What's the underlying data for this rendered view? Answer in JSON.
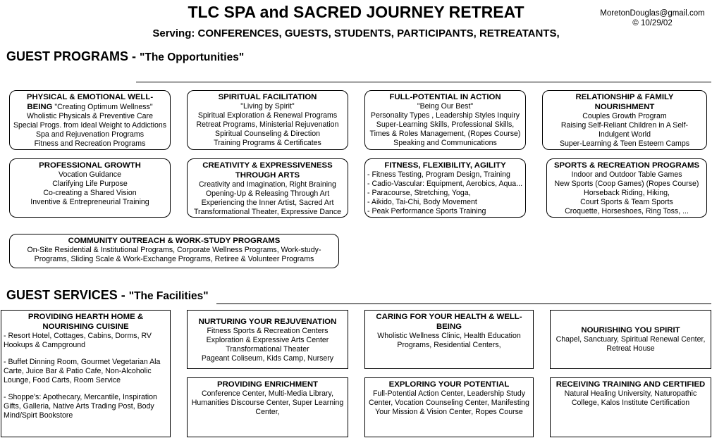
{
  "header": {
    "title": "TLC SPA and SACRED JOURNEY RETREAT",
    "subtitle": "Serving: CONFERENCES, GUESTS, STUDENTS, PARTICIPANTS, RETREATANTS,",
    "email": "MoretonDouglas@gmail.com",
    "date": "© 10/29/02"
  },
  "programs": {
    "heading": "GUEST PROGRAMS - ",
    "tag": "\"The Opportunities\"",
    "boxes": [
      {
        "title1": "PHYSICAL & EMOTIONAL WELL-",
        "title2": "BEING",
        "title2_sub": " \"Creating Optimum Wellness\"",
        "lines": [
          "Wholistic Physicals & Preventive Care",
          "Special Progs. from Ideal Weight to Addictions",
          "Spa and Rejuvenation Programs",
          "Fitness and Recreation Programs"
        ]
      },
      {
        "title": "SPIRITUAL FACILITATION",
        "lines": [
          "\"Living by Spirit\"",
          "Spiritual Exploration & Renewal Programs",
          "Retreat Programs, Ministerial Rejuvenation",
          "Spiritual Counseling & Direction",
          "Training Programs & Certificates"
        ]
      },
      {
        "title": "FULL-POTENTIAL IN ACTION",
        "lines": [
          "\"Being Our Best\"",
          "Personality Types , Leadership Styles Inquiry",
          "Super-Learning Skills, Professional Skills,",
          "Times & Roles Management, (Ropes Course)",
          "Speaking and Communications"
        ]
      },
      {
        "title1": "RELATIONSHIP & FAMILY",
        "title2": "NOURISHMENT",
        "lines": [
          "Couples Growth Program",
          "Raising Self-Reliant Children in A Self-",
          "Indulgent World",
          "Super-Learning & Teen Esteem Camps"
        ]
      },
      {
        "title": "PROFESSIONAL GROWTH",
        "lines": [
          "Vocation Guidance",
          "Clarifying Life Purpose",
          "Co-creating a Shared Vision",
          "Inventive & Entrepreneurial Training"
        ]
      },
      {
        "title1": "CREATIVITY & EXPRESSIVENESS",
        "title2": "THROUGH ARTS",
        "lines": [
          "Creativity and Imagination, Right Braining",
          "Opening-Up & Releasing Through Art",
          "Experiencing the Inner Artist, Sacred Art",
          "Transformational Theater, Expressive Dance"
        ]
      },
      {
        "title": "FITNESS, FLEXIBILITY, AGILITY",
        "lines": [
          "-   Fitness Testing, Program Design, Training",
          "- Cadio-Vascular: Equipment, Aerobics, Aqua...",
          "- Paracourse, Stretching, Yoga,",
          "-  Aikido, Tai-Chi, Body Movement",
          "-  Peak Performance Sports Training"
        ]
      },
      {
        "title": "SPORTS & RECREATION PROGRAMS",
        "lines": [
          "Indoor and Outdoor Table Games",
          "New Sports (Coop Games) (Ropes Course)",
          "Horseback Riding, Hiking,",
          "Court Sports & Team Sports",
          "Croquette, Horseshoes, Ring Toss, ..."
        ]
      },
      {
        "title": "COMMUNITY OUTREACH & WORK-STUDY PROGRAMS",
        "lines": [
          "On-Site Residential & Institutional Programs, Corporate Wellness Programs, Work-study-",
          "Programs, Sliding Scale & Work-Exchange Programs, Retiree & Volunteer Programs"
        ]
      }
    ]
  },
  "services": {
    "heading": "GUEST SERVICES - ",
    "tag": "\"The Facilities\"",
    "boxes": [
      {
        "title1": "PROVIDING HEARTH HOME &",
        "title2": "NOURISHING CUISINE",
        "lines": [
          "-  Resort Hotel, Cottages, Cabins, Dorms, RV",
          "Hookups & Campground",
          "",
          "- Buffet Dinning Room, Gourmet Vegetarian Ala",
          "Carte, Juice Bar  &  Patio Cafe, Non-Alcoholic",
          "Lounge, Food Carts, Room Service",
          "",
          "- Shoppe's: Apothecary, Mercantile, Inspiration",
          "Gifts, Galleria, Native Arts Trading Post, Body",
          "Mind/Spirt Bookstore"
        ]
      },
      {
        "title": "NURTURING YOUR REJUVENATION",
        "lines": [
          "Fitness Sports & Recreation Centers",
          "Exploration & Expressive Arts Center",
          "Transformational Theater",
          "Pageant Coliseum, Kids Camp, Nursery"
        ]
      },
      {
        "title1": "CARING FOR YOUR HEALTH & WELL-",
        "title2": "BEING",
        "lines": [
          "Wholistic Wellness Clinic, Health Education",
          "Programs, Residential Centers,"
        ]
      },
      {
        "title": "NOURISHING YOU SPIRIT",
        "lines": [
          "Chapel,  Sanctuary, Spiritual Renewal Center,",
          "Retreat House"
        ]
      },
      {
        "title": "PROVIDING ENRICHMENT",
        "lines": [
          "Conference Center, Multi-Media Library,",
          "Humanities Discourse Center, Super Learning",
          "Center,"
        ]
      },
      {
        "title": "EXPLORING YOUR POTENTIAL",
        "lines": [
          "Full-Potential Action Center,  Leadership Study",
          "Center, Vocation Counseling Center, Manifesting",
          "Your Mission & Vision Center, Ropes Course"
        ]
      },
      {
        "title": "RECEIVING TRAINING AND CERTIFIED",
        "lines": [
          "Natural Healing University, Naturopathic",
          "College, Kalos Institute Certification"
        ]
      }
    ]
  }
}
